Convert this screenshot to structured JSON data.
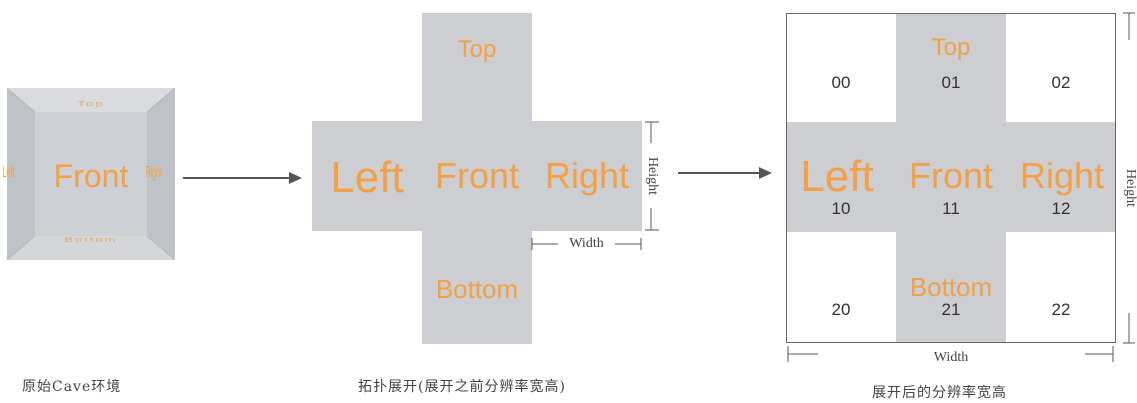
{
  "cave": {
    "top": "Top",
    "left": "Left",
    "front": "Front",
    "right": "Right",
    "bottom": "Bottom",
    "caption": "原始Cave环境"
  },
  "topology": {
    "top": "Top",
    "left": "Left",
    "front": "Front",
    "right": "Right",
    "bottom": "Bottom",
    "height_label": "Height",
    "width_label": "Width",
    "caption": "拓扑展开(展开之前分辨率宽高)"
  },
  "grid": {
    "top": "Top",
    "left": "Left",
    "front": "Front",
    "right": "Right",
    "bottom": "Bottom",
    "cells": [
      "00",
      "01",
      "02",
      "10",
      "11",
      "12",
      "20",
      "21",
      "22"
    ],
    "height_label": "Height",
    "width_label": "Width",
    "caption": "展开后的分辨率宽高"
  },
  "colors": {
    "face_gray": "#ccced2",
    "label_orange": "#f4a046",
    "arrow": "#555555"
  }
}
